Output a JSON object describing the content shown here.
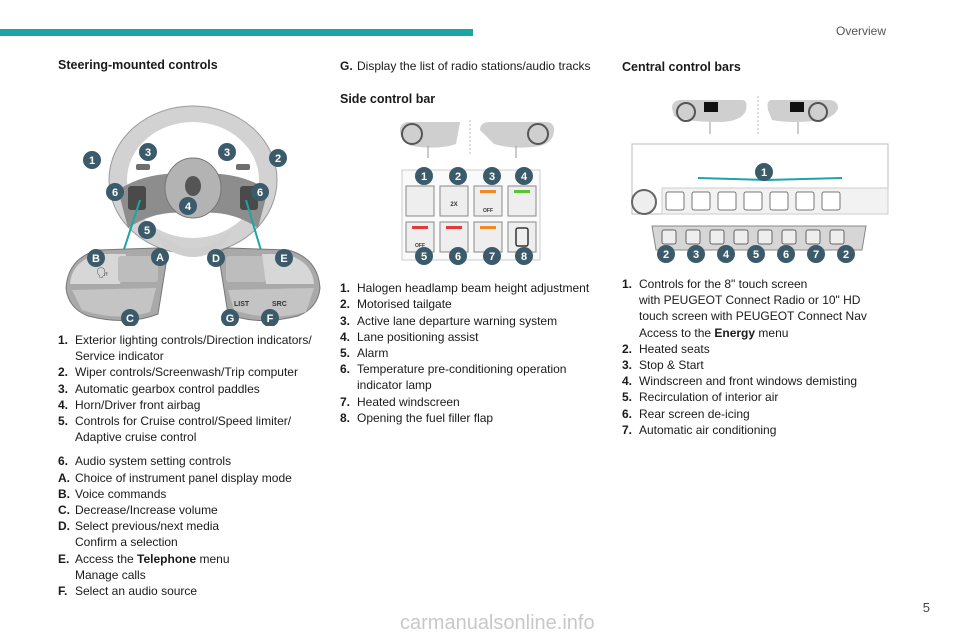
{
  "header": {
    "section": "Overview",
    "page_number": "5"
  },
  "watermark": "carmanualsonline.info",
  "steering": {
    "title": "Steering-mounted controls",
    "diagram_labels": [
      "1",
      "3",
      "3",
      "2",
      "6",
      "6",
      "4",
      "5",
      "B",
      "A",
      "D",
      "E",
      "C",
      "G",
      "F"
    ],
    "button_texts": {
      "list": "LIST",
      "src": "SRC"
    },
    "items_1": [
      {
        "k": "1.",
        "v": "Exterior lighting controls/Direction indicators/",
        "c": "Service indicator"
      },
      {
        "k": "2.",
        "v": "Wiper controls/Screenwash/Trip computer"
      },
      {
        "k": "3.",
        "v": "Automatic gearbox control paddles"
      },
      {
        "k": "4.",
        "v": "Horn/Driver front airbag"
      },
      {
        "k": "5.",
        "v": "Controls for Cruise control/Speed limiter/",
        "c": "Adaptive cruise control"
      }
    ],
    "items_2": [
      {
        "k": "6.",
        "v": "Audio system setting controls"
      },
      {
        "k": "A.",
        "v": "Choice of instrument panel display mode"
      },
      {
        "k": "B.",
        "v": "Voice commands"
      },
      {
        "k": "C.",
        "v": "Decrease/Increase volume"
      },
      {
        "k": "D.",
        "v": "Select previous/next media",
        "c": "Confirm a selection"
      },
      {
        "k": "E.",
        "v_pre": "Access the ",
        "v_bold": "Telephone",
        "v_post": " menu",
        "c": "Manage calls"
      },
      {
        "k": "F.",
        "v": "Select an audio source"
      }
    ],
    "item_g": {
      "k": "G.",
      "v": "Display the list of radio stations/audio tracks"
    }
  },
  "side": {
    "title": "Side control bar",
    "diagram_labels": [
      "1",
      "2",
      "3",
      "4",
      "5",
      "6",
      "7",
      "8"
    ],
    "button_texts": {
      "two_x": "2X",
      "off": "OFF"
    },
    "items": [
      {
        "k": "1.",
        "v": "Halogen headlamp beam height adjustment"
      },
      {
        "k": "2.",
        "v": "Motorised tailgate"
      },
      {
        "k": "3.",
        "v": "Active lane departure warning system"
      },
      {
        "k": "4.",
        "v": "Lane positioning assist"
      },
      {
        "k": "5.",
        "v": "Alarm"
      },
      {
        "k": "6.",
        "v": "Temperature pre-conditioning operation",
        "c": "indicator lamp"
      },
      {
        "k": "7.",
        "v": "Heated windscreen"
      },
      {
        "k": "8.",
        "v": "Opening the fuel filler flap"
      }
    ]
  },
  "central": {
    "title": "Central control bars",
    "diagram_labels": [
      "1",
      "2",
      "3",
      "4",
      "5",
      "6",
      "7",
      "2"
    ],
    "item_1": {
      "k": "1.",
      "v": "Controls for the 8\" touch screen",
      "c1": "with PEUGEOT Connect Radio or 10\" HD",
      "c2": "touch screen with PEUGEOT Connect Nav",
      "c3_pre": "Access to the ",
      "c3_bold": "Energy",
      "c3_post": " menu"
    },
    "items": [
      {
        "k": "2.",
        "v": "Heated seats"
      },
      {
        "k": "3.",
        "v": "Stop & Start"
      },
      {
        "k": "4.",
        "v": "Windscreen and front windows demisting"
      },
      {
        "k": "5.",
        "v": "Recirculation of interior air"
      },
      {
        "k": "6.",
        "v": "Rear screen de-icing"
      },
      {
        "k": "7.",
        "v": "Automatic air conditioning"
      }
    ]
  },
  "colors": {
    "accent": "#1aa6a6",
    "steel": "#3b5a6a",
    "orange": "#f08a24",
    "red": "#e03a3a",
    "green": "#57c232"
  }
}
